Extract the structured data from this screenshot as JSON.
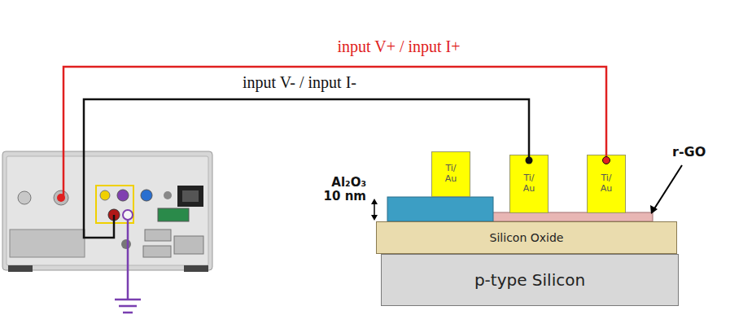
{
  "diagram": {
    "nodes": [
      {
        "text": [
          "Ti/ Au"
        ]
      },
      {
        "text": [
          "Ti/ Au"
        ]
      },
      {
        "text": [
          "Ti/ Au"
        ]
      },
      {
        "text": [
          "Silicon Oxide"
        ]
      },
      {
        "text": [
          "p-type Silicon"
        ]
      }
    ],
    "labels": [
      "input V+ / input I+",
      "input V- / input I-",
      "Al₂O₃ 10 nm",
      "r-GO"
    ]
  }
}
